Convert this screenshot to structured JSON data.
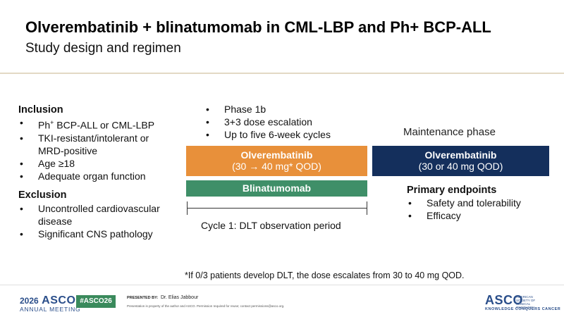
{
  "header": {
    "title": "Olverembatinib + blinatumomab in CML-LBP and Ph+ BCP-ALL",
    "subtitle": "Study design and regimen"
  },
  "inclusion": {
    "heading": "Inclusion",
    "items": [
      [
        "Ph",
        "+",
        " BCP-ALL or CML-LBP"
      ],
      "TKI-resistant/intolerant or MRD-positive",
      "Age ≥18",
      "Adequate organ function"
    ]
  },
  "exclusion": {
    "heading": "Exclusion",
    "items": [
      "Uncontrolled cardiovascular disease",
      "Significant CNS pathology"
    ]
  },
  "phase": {
    "items": [
      "Phase 1b",
      "3+3 dose escalation",
      "Up to five 6-week cycles"
    ],
    "olverembatinib_box": {
      "name": "Olverembatinib",
      "dose": "(30 → 40 mg* QOD)",
      "color": "#e8903a"
    },
    "blinatumomab_box": {
      "name": "Blinatumomab",
      "color": "#3f8f68"
    },
    "cycle_label": "Cycle 1: DLT observation period"
  },
  "maintenance": {
    "title": "Maintenance phase",
    "box": {
      "name": "Olverembatinib",
      "dose": "(30 or 40 mg QOD)",
      "color": "#142f5c"
    }
  },
  "endpoints": {
    "heading": "Primary endpoints",
    "items": [
      "Safety and tolerability",
      "Efficacy"
    ]
  },
  "footnote": "*If 0/3 patients develop DLT, the dose escalates from 30 to 40 mg QOD.",
  "footer": {
    "meeting_year": "2026",
    "meeting_name": "ASCO",
    "meeting_sub": "ANNUAL MEETING",
    "hashtag": "#ASCO26",
    "presented_by_label": "PRESENTED BY:",
    "presenter": "Dr. Elias Jabbour",
    "notice": "Presentation is property of the author and ASCO. Permission required for reuse; contact permissions@asco.org.",
    "logo_text": "ASCO",
    "society_text": "AMERICAN SOCIETY OF CLINICAL ONCOLOGY",
    "tagline": "KNOWLEDGE CONQUERS CANCER"
  }
}
